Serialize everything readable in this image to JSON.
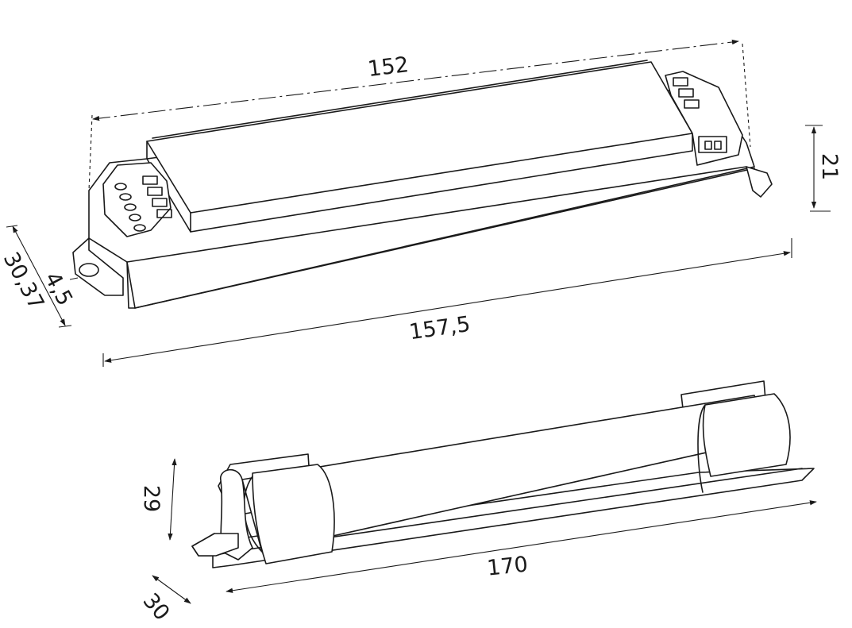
{
  "dimensions": {
    "driver_length_top": "152",
    "driver_length_base": "157,5",
    "driver_height": "21",
    "driver_width": "30,37",
    "tab_width": "4,5",
    "battery_length": "170",
    "battery_height": "29",
    "battery_width": "30"
  },
  "colors": {
    "line": "#1a1a1a",
    "background": "#ffffff"
  }
}
